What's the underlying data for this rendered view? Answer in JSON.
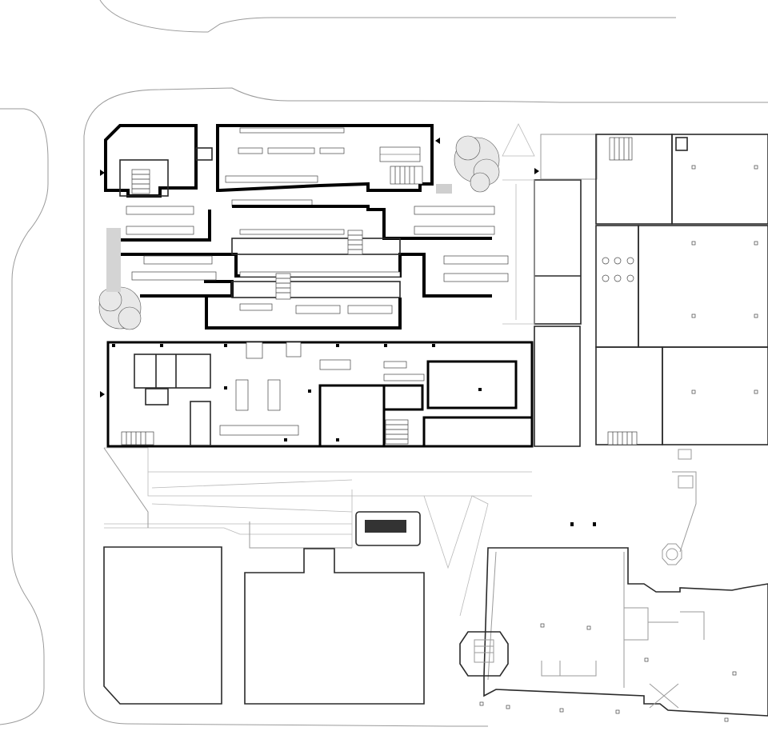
{
  "drawing": {
    "type": "architectural-site-floor-plan",
    "colors": {
      "background": "#ffffff",
      "line": "#000000",
      "context_line": "#9a9a9a",
      "fill_dark": "#333333"
    },
    "elements": [
      "street-curb",
      "main-building-wall",
      "reading-room-furniture",
      "courtyard-tree",
      "entrance-arrow",
      "staircase",
      "neighbor-building",
      "ramp",
      "round-tower"
    ]
  }
}
